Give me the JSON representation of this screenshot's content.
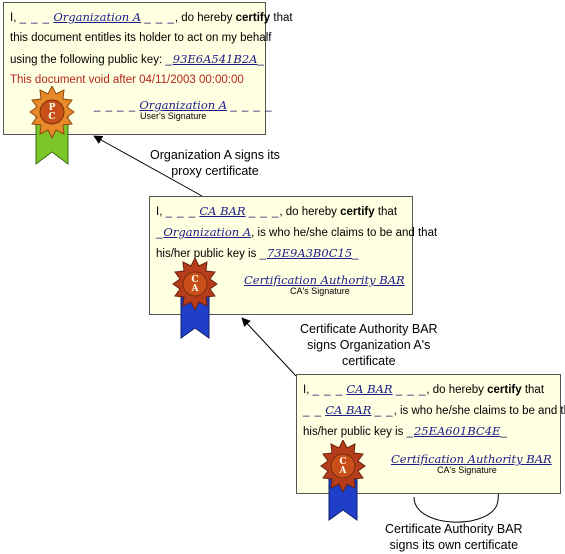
{
  "certificates": [
    {
      "prefix": "I,",
      "issuer": "Organization A",
      "middle1": ", do hereby",
      "certify": "certify",
      "middle2": "that",
      "line2": "this document entitles its holder to act on my behalf",
      "line3": "using the following public key:",
      "key": "93E6A541B2A",
      "void_line": "This document void after 04/11/2003 00:00:00",
      "signature": "Organization A",
      "sig_caption": "User's Signature",
      "seal_letters": "PC",
      "seal_letter_1": "P",
      "seal_letter_2": "C",
      "ribbon_color": "#7cc62a"
    },
    {
      "prefix": "I,",
      "issuer": "CA BAR",
      "middle1": ", do hereby",
      "certify": "certify",
      "middle2": "that",
      "subject": "Organization A",
      "line2_rest": ", is who he/she claims to be and that",
      "line3": "his/her public key is",
      "key": "73E9A3B0C15",
      "signature": "Certification Authority BAR",
      "sig_caption": "CA's Signature",
      "seal_letter_1": "C",
      "seal_letter_2": "A",
      "ribbon_color": "#1f3fc8"
    },
    {
      "prefix": "I,",
      "issuer": "CA BAR",
      "middle1": ", do hereby",
      "certify": "certify",
      "middle2": "that",
      "subject": "CA BAR",
      "line2_rest": ", is who he/she claims to be and that",
      "line3": "his/her public key is",
      "key": "25EA601BC4E",
      "signature": "Certification Authority BAR",
      "sig_caption": "CA's Signature",
      "seal_letter_1": "C",
      "seal_letter_2": "A",
      "ribbon_color": "#1f3fc8"
    }
  ],
  "captions": {
    "c1_line1": "Organization A signs its",
    "c1_line2": "proxy certificate",
    "c2_line1": "Certificate Authority BAR",
    "c2_line2": "signs Organization A's",
    "c2_line3": "certificate",
    "c3_line1": "Certificate Authority BAR",
    "c3_line2": "signs its own certificate"
  },
  "colors": {
    "card_fill": "#ffffe1",
    "seal_orange": "#e8892a",
    "seal_red": "#b53d1c",
    "void_red": "#b5261e",
    "script_blue": "#1c1c8a"
  }
}
